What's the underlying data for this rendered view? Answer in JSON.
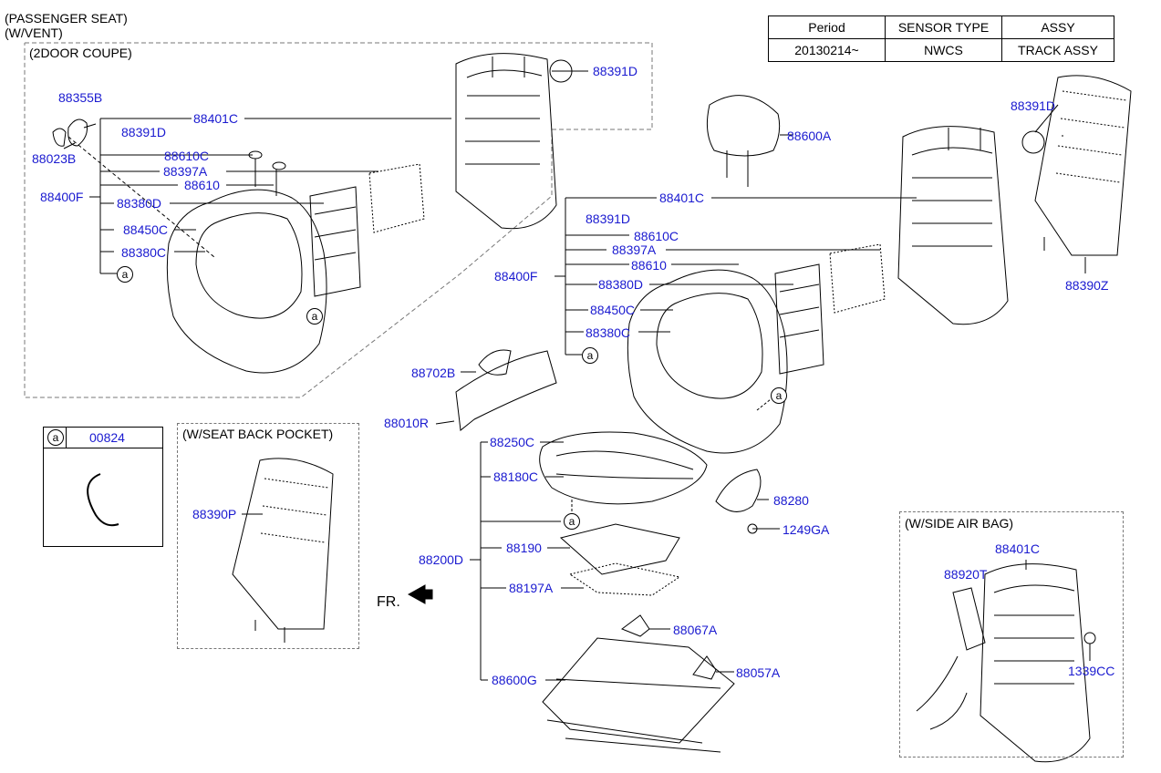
{
  "header": {
    "seat_line1": "(PASSENGER SEAT)",
    "seat_line2": "(W/VENT)"
  },
  "info_table": {
    "headers": [
      "Period",
      "SENSOR TYPE",
      "ASSY"
    ],
    "row": [
      "20130214~",
      "NWCS",
      "TRACK ASSY"
    ]
  },
  "sections": {
    "coupe": "(2DOOR COUPE)",
    "back_pocket": "(W/SEAT BACK POCKET)",
    "side_airbag": "(W/SIDE AIR BAG)"
  },
  "legend": {
    "callout": "a",
    "part": "00824"
  },
  "callout_letter": "a",
  "direction_label": "FR.",
  "parts": {
    "coupe": {
      "p88355B": "88355B",
      "p88023B": "88023B",
      "p88401C": "88401C",
      "p88391D_a": "88391D",
      "p88391D_b": "88391D",
      "p88610C": "88610C",
      "p88397A": "88397A",
      "p88610": "88610",
      "p88400F": "88400F",
      "p88380D": "88380D",
      "p88450C": "88450C",
      "p88380C": "88380C"
    },
    "main": {
      "p88600A": "88600A",
      "p88391D_top": "88391D",
      "p88401C": "88401C",
      "p88391D": "88391D",
      "p88610C": "88610C",
      "p88397A": "88397A",
      "p88610": "88610",
      "p88400F": "88400F",
      "p88380D": "88380D",
      "p88450C": "88450C",
      "p88380C": "88380C",
      "p88390Z": "88390Z",
      "p88702B": "88702B",
      "p88010R": "88010R",
      "p88250C": "88250C",
      "p88180C": "88180C",
      "p88280": "88280",
      "p1249GA": "1249GA",
      "p88200D": "88200D",
      "p88190": "88190",
      "p88197A": "88197A",
      "p88067A": "88067A",
      "p88057A": "88057A",
      "p88600G": "88600G"
    },
    "pocket": {
      "p88390P": "88390P"
    },
    "airbag": {
      "p88401C": "88401C",
      "p88920T": "88920T",
      "p1339CC": "1339CC"
    }
  }
}
